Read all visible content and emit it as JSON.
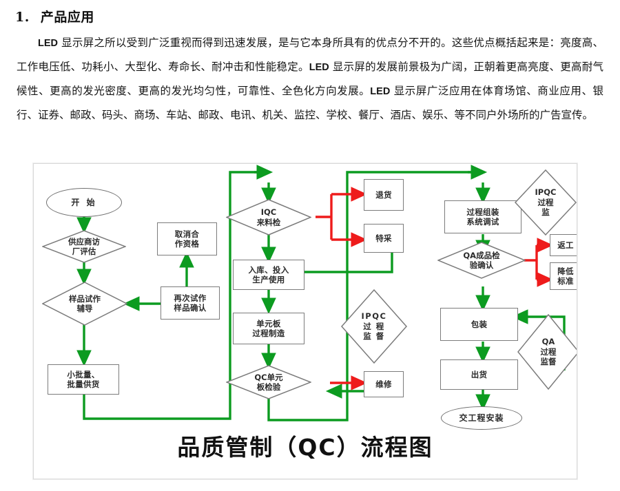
{
  "document": {
    "section_number": "1.",
    "section_title": "产品应用",
    "paragraph_html": "<span class=\"lat\">LED</span> 显示屏之所以受到广泛重视而得到迅速发展，是与它本身所具有的优点分不开的。这些优点概括起来是：亮度高、工作电压低、功耗小、大型化、寿命长、耐冲击和性能稳定。<span class=\"lat\">LED</span> 显示屏的发展前景极为广阔，正朝着更高亮度、更高耐气候性、更高的发光密度、更高的发光均匀性，可靠性、全色化方向发展。<span class=\"lat\">LED</span> 显示屏广泛应用在体育场馆、商业应用、银行、证券、邮政、码头、商场、车站、邮政、电讯、机关、监控、学校、餐厅、酒店、娱乐、等不同户外场所的广告宣传。"
  },
  "diagram": {
    "title": "品质管制（QC）流程图",
    "colors": {
      "flow_green": "#0c9b20",
      "reject_red": "#ee1b1b",
      "shape_stroke": "#7b7b7b",
      "frame_border": "#d9d9d9"
    },
    "nodes": {
      "start": {
        "label": "开 始",
        "shape": "ellipse"
      },
      "supplier_audit": {
        "label": "供应商访\n厂评估",
        "shape": "diamond"
      },
      "sample_trial": {
        "label": "样品试作\n辅导",
        "shape": "diamond"
      },
      "small_batch": {
        "label": "小批量、\n批量供货",
        "shape": "rect"
      },
      "cancel_qualification": {
        "label": "取消合\n作资格",
        "shape": "rect"
      },
      "retrial_sample": {
        "label": "再次试作\n样品确认",
        "shape": "rect"
      },
      "iqc_incoming": {
        "label": "IQC\n来料检",
        "shape": "diamond"
      },
      "return_goods": {
        "label": "退货",
        "shape": "rect"
      },
      "special_purchase": {
        "label": "特采",
        "shape": "rect"
      },
      "warehouse_use": {
        "label": "入库、投入\n生产使用",
        "shape": "rect"
      },
      "unit_board_mfg": {
        "label": "单元板\n过程制造",
        "shape": "rect"
      },
      "qc_unit_board": {
        "label": "QC单元\n板检验",
        "shape": "diamond"
      },
      "repair": {
        "label": "维修",
        "shape": "rect"
      },
      "ipqc_monitor_mid": {
        "label": "IPQC\n过 程\n监 督",
        "shape": "diamond"
      },
      "assembly_debug": {
        "label": "过程组装\n系统调试",
        "shape": "rect"
      },
      "qa_final_check": {
        "label": "QA成品检\n验确认",
        "shape": "diamond"
      },
      "ipqc_monitor_top": {
        "label": "IPQC\n过程\n监",
        "shape": "diamond"
      },
      "rework": {
        "label": "返工",
        "shape": "rect"
      },
      "lower_standard": {
        "label": "降低\n标准",
        "shape": "rect"
      },
      "packaging": {
        "label": "包装",
        "shape": "rect"
      },
      "shipment": {
        "label": "出货",
        "shape": "rect"
      },
      "qa_monitor": {
        "label": "QA\n过程\n监督",
        "shape": "diamond"
      },
      "handover_install": {
        "label": "交工程安装",
        "shape": "ellipse"
      }
    }
  }
}
